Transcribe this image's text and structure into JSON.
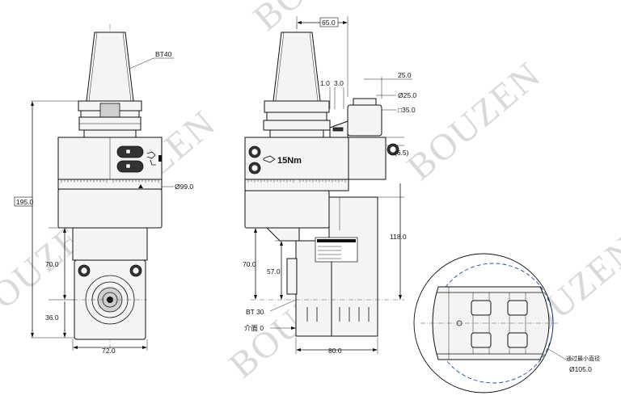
{
  "watermark": "BOUZEN",
  "labels": {
    "taper_left": "BT40",
    "height_total": "195.0",
    "dia_body": "Ø99.0",
    "h_70_left": "70.0",
    "h_36": "36.0",
    "w_72": "72.0",
    "w_65": "65.0",
    "d_1": "1.0",
    "d_3": "3.0",
    "d_25": "25.0",
    "dia_25": "Ø25.0",
    "sq_35": "□35.0",
    "d_6_5": "(6.5)",
    "torque": "15Nm",
    "h_118": "118.0",
    "h_70_mid": "70.0",
    "h_57": "57.0",
    "bt30": "BT 30",
    "face0": "介面 0",
    "w_80": "80.0",
    "max_dia_cn": "通过最小直径",
    "dia_105": "Ø105.0"
  },
  "colors": {
    "line": "#111111",
    "body_fill": "#f4f4f4",
    "watermark": "#d9d9d9",
    "circle_dashed": "#1f4aa8"
  }
}
